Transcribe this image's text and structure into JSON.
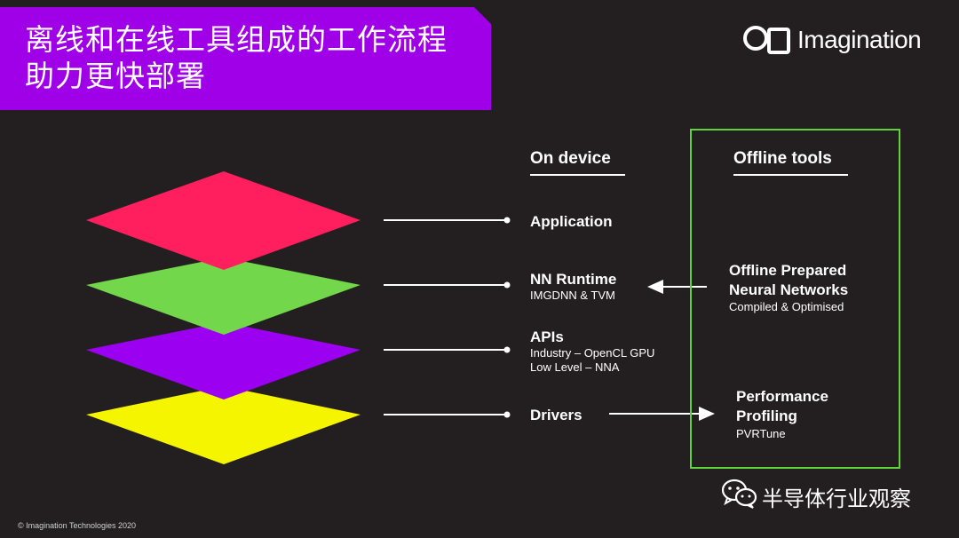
{
  "banner": {
    "title_line1": "离线和在线工具组成的工作流程",
    "title_line2": "助力更快部署"
  },
  "logo": {
    "text": "Imagination"
  },
  "columns": {
    "on_device": "On device",
    "offline_tools": "Offline tools"
  },
  "layers": [
    {
      "name": "Application",
      "color": "#ff1f5e"
    },
    {
      "name": "NN Runtime",
      "color": "#72d74a"
    },
    {
      "name": "APIs",
      "color": "#9c00f0"
    },
    {
      "name": "Drivers",
      "color": "#f5f500"
    }
  ],
  "on_device_items": {
    "application": {
      "label": "Application"
    },
    "nn_runtime": {
      "label": "NN Runtime",
      "sub": "IMGDNN & TVM"
    },
    "apis": {
      "label": "APIs",
      "sub1": "Industry – OpenCL GPU",
      "sub2": "Low Level – NNA"
    },
    "drivers": {
      "label": "Drivers"
    }
  },
  "offline_items": {
    "prepared": {
      "line1": "Offline Prepared",
      "line2": "Neural Networks",
      "sub": "Compiled & Optimised"
    },
    "profiling": {
      "line1": "Performance",
      "line2": "Profiling",
      "sub": "PVRTune"
    }
  },
  "offline_box_color": "#5fd43a",
  "footer": "© Imagination Technologies 2020",
  "watermark": {
    "text": "半导体行业观察",
    "icon": "wechat-icon"
  }
}
